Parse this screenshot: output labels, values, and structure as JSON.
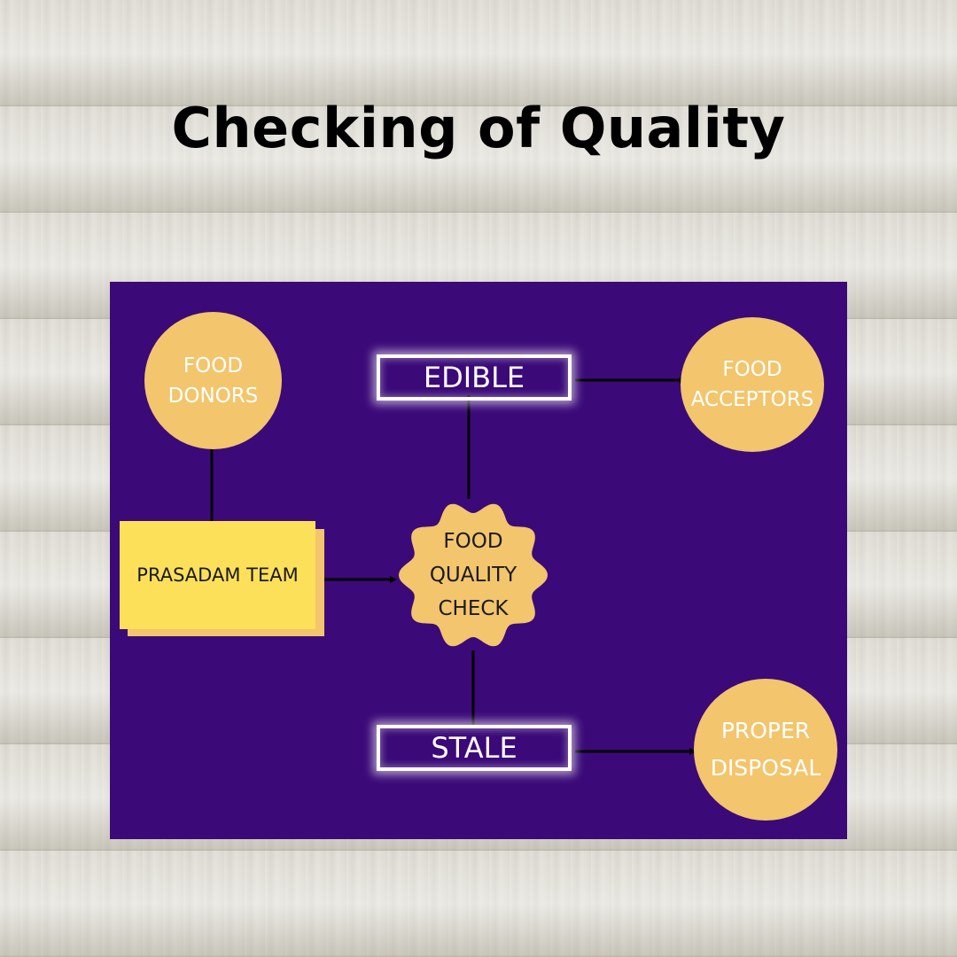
{
  "title": "Checking of Quality",
  "colors": {
    "panel": "#3b0a78",
    "circle": "#f3c56c",
    "team_box": "#fde05a",
    "glow": "#ffffff",
    "connector": "#000000"
  },
  "nodes": {
    "food_donors": {
      "line1": "FOOD",
      "line2": "DONORS"
    },
    "prasadam_team": {
      "label": "PRASADAM TEAM"
    },
    "quality_check": {
      "line1": "FOOD",
      "line2": "QUALITY",
      "line3": "CHECK"
    },
    "edible": {
      "label": "EDIBLE"
    },
    "stale": {
      "label": "STALE"
    },
    "food_acceptors": {
      "line1": "FOOD",
      "line2": "ACCEPTORS"
    },
    "proper_disposal": {
      "line1": "PROPER",
      "line2": "DISPOSAL"
    }
  }
}
